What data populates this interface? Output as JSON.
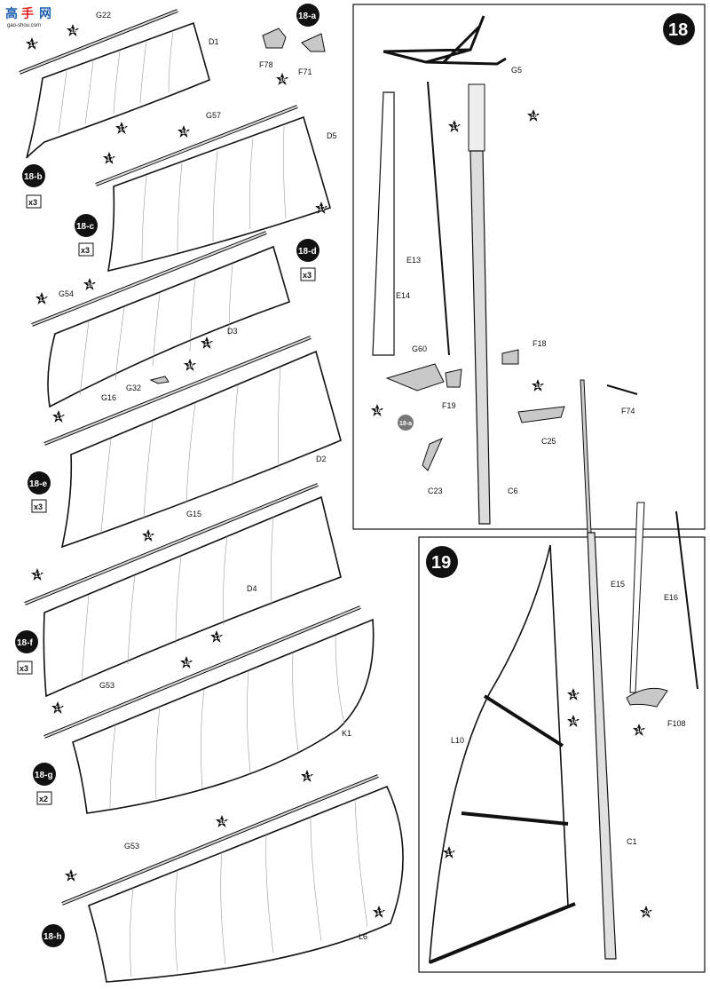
{
  "watermark": {
    "chars": [
      "高",
      "手",
      "网"
    ],
    "site": "gao-shou.com"
  },
  "panel18": {
    "step": "18"
  },
  "panel19": {
    "step": "19"
  },
  "substeps": {
    "a": "18-a",
    "b": "18-b",
    "c": "18-c",
    "d": "18-d",
    "e": "18-e",
    "f": "18-f",
    "g": "18-g",
    "h": "18-h"
  },
  "quantities": {
    "b": "x3",
    "c": "x3",
    "d": "x3",
    "e": "x3",
    "f": "x3",
    "g": "x2"
  },
  "glue_marks": {
    "g16": "16",
    "g17": "17",
    "g20": "20"
  },
  "parts": {
    "G22": "G22",
    "D1": "D1",
    "F78": "F78",
    "F71": "F71",
    "G57": "G57",
    "D5": "D5",
    "G54": "G54",
    "D3": "D3",
    "G32": "G32",
    "G16": "G16",
    "D2": "D2",
    "G15": "G15",
    "D4": "D4",
    "G53a": "G53",
    "K1": "K1",
    "G53b": "G53",
    "L6": "L6",
    "G5": "G5",
    "E13": "E13",
    "E14": "E14",
    "G60": "G60",
    "F18": "F18",
    "F19": "F19",
    "F74": "F74",
    "C25": "C25",
    "C23": "C23",
    "C6": "C6",
    "E15": "E15",
    "E16": "E16",
    "F108": "F108",
    "L10": "L10",
    "C1": "C1"
  },
  "colors": {
    "line": "#111111",
    "sail_fill": "#ffffff",
    "part_fill": "#c8c8c8",
    "badge": "#111111",
    "badge_gray": "#777777"
  }
}
